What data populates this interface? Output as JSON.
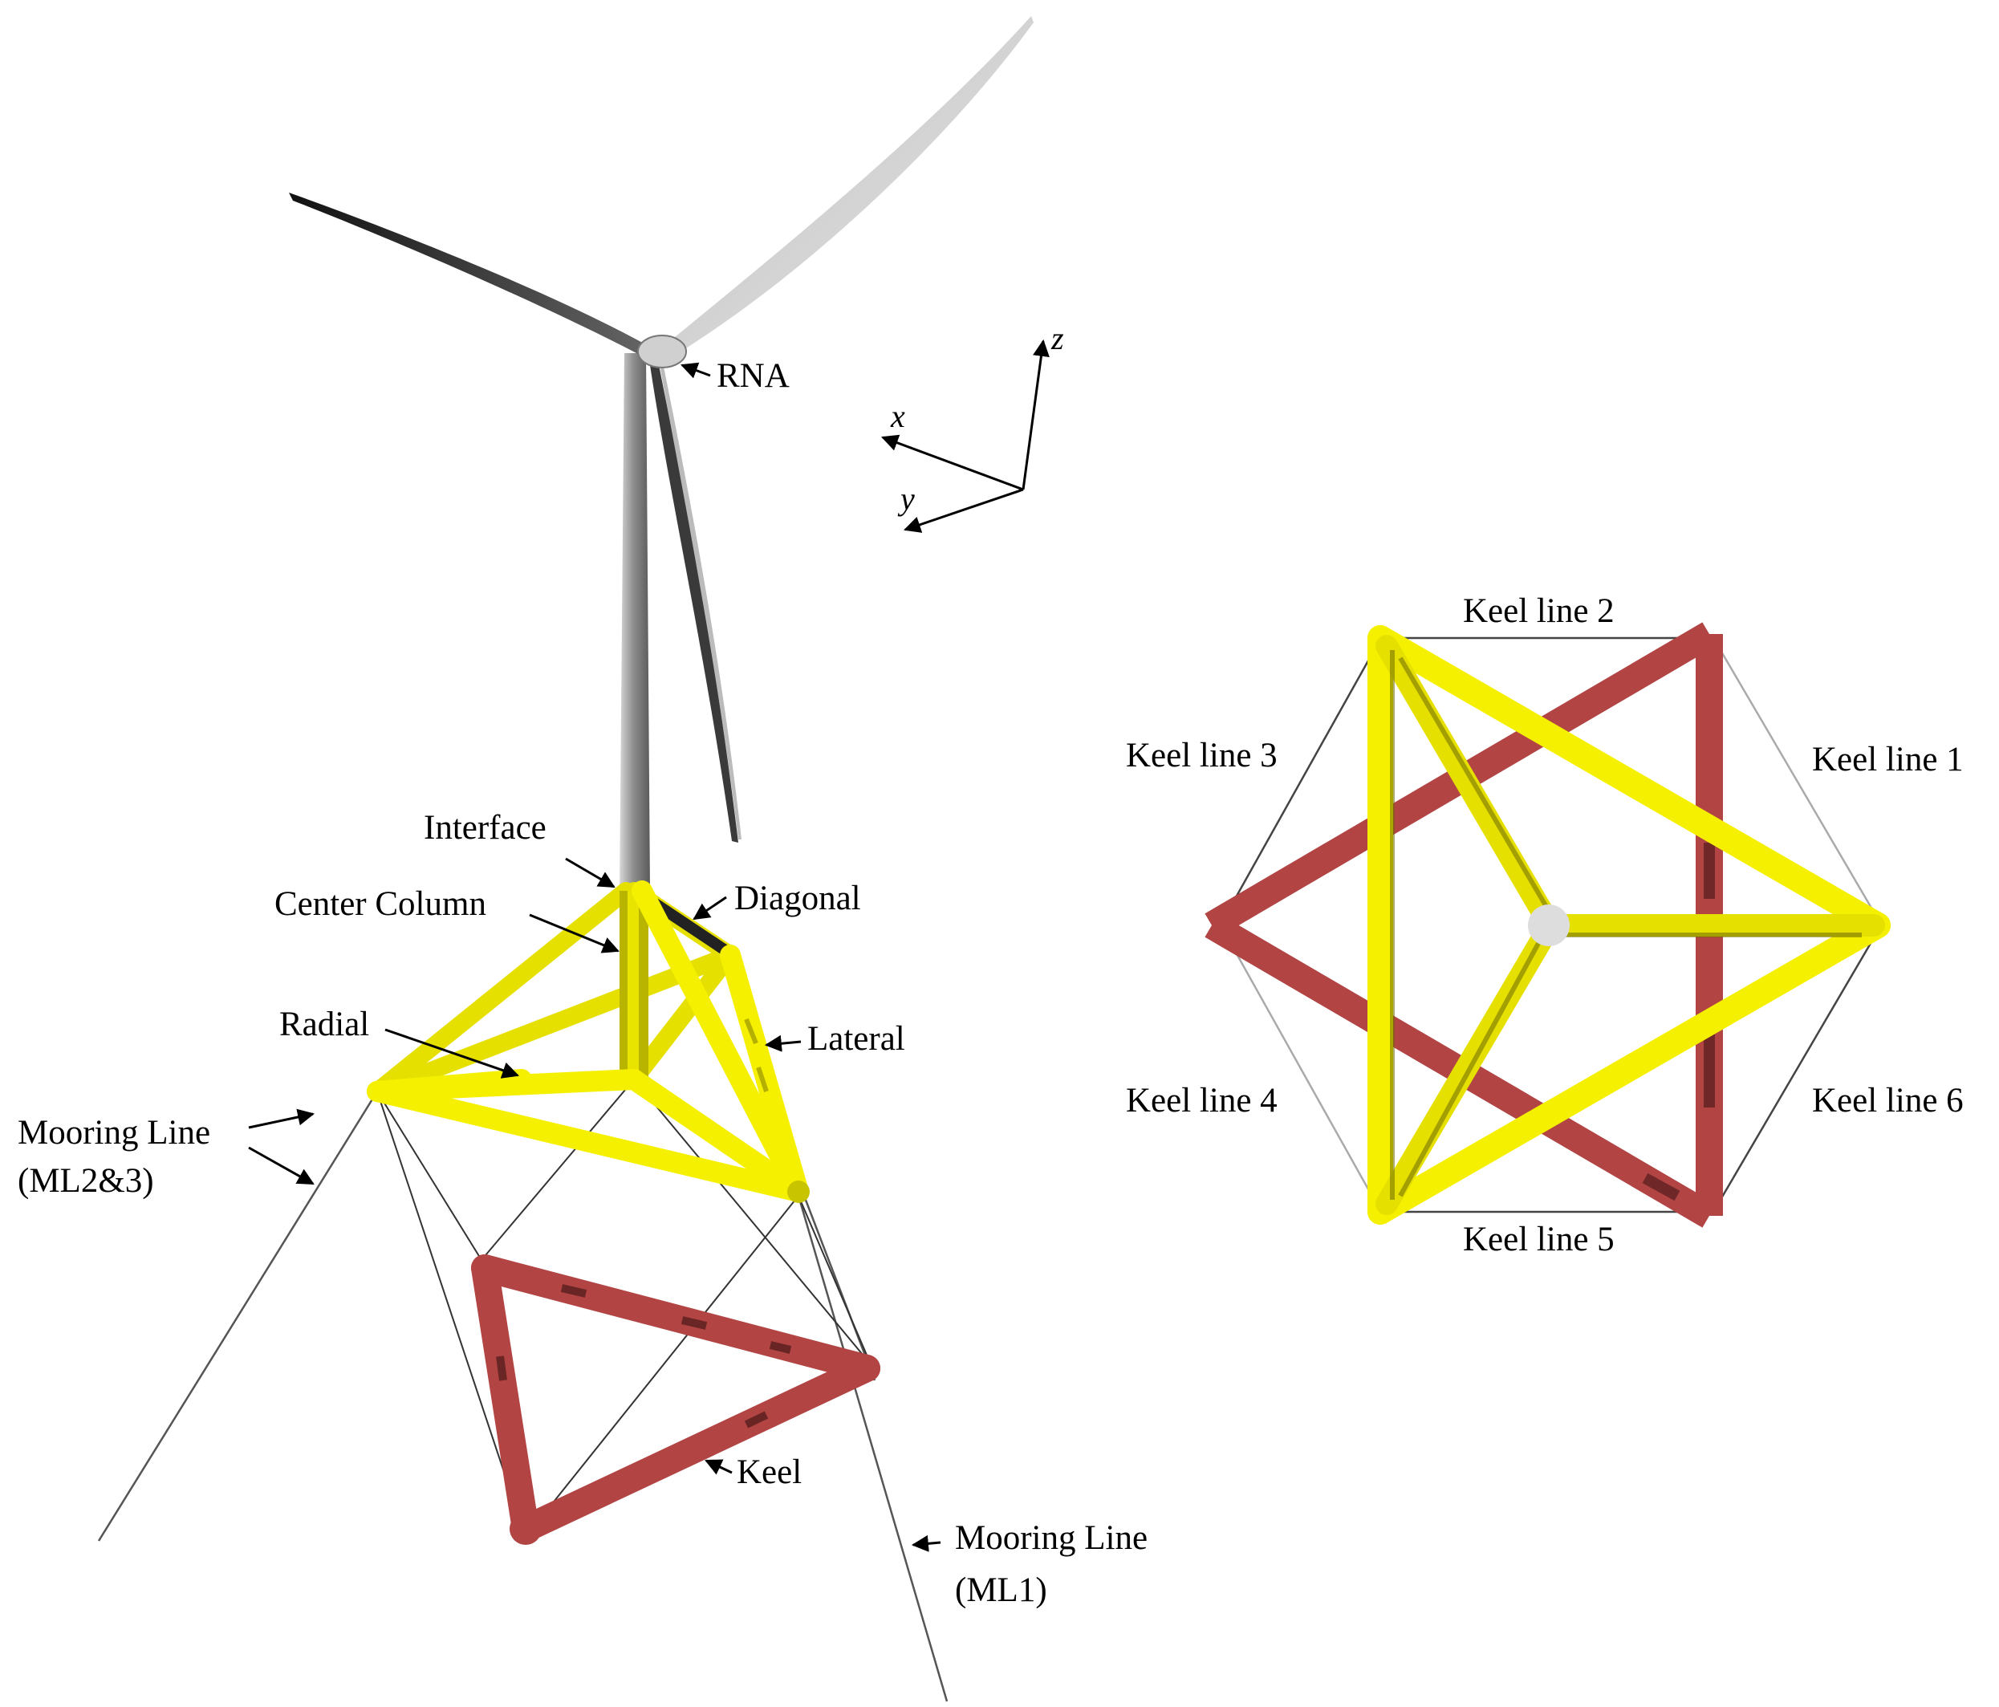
{
  "labels": {
    "rna": "RNA",
    "interface": "Interface",
    "center_column": "Center Column",
    "diagonal": "Diagonal",
    "radial": "Radial",
    "lateral": "Lateral",
    "mooring_line_23_l1": "Mooring Line",
    "mooring_line_23_l2": "(ML2&3)",
    "keel": "Keel",
    "mooring_line_1_l1": "Mooring Line",
    "mooring_line_1_l2": "(ML1)"
  },
  "axes": {
    "x": "x",
    "y": "y",
    "z": "z"
  },
  "keel_lines": {
    "k1": "Keel line 1",
    "k2": "Keel line 2",
    "k3": "Keel line 3",
    "k4": "Keel line 4",
    "k5": "Keel line 5",
    "k6": "Keel line 6"
  },
  "colors": {
    "yellow": "#f5f000",
    "red": "#b24444",
    "tower_gray": "#9a9a9a",
    "line_gray": "#444444"
  }
}
